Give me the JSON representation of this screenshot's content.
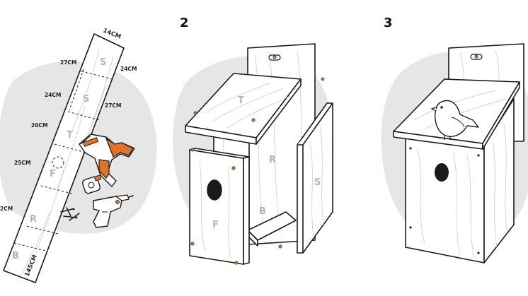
{
  "steps": [
    "2",
    "3"
  ],
  "board": {
    "dimensions": [
      "14CM",
      "27CM",
      "24CM",
      "24CM",
      "27CM",
      "20CM",
      "25CM",
      "2CM",
      "145CM"
    ],
    "pieces": [
      "S",
      "S",
      "T",
      "F",
      "R",
      "B"
    ]
  },
  "assembly": {
    "pieces": [
      "T",
      "R",
      "S",
      "F",
      "B"
    ]
  },
  "colors": {
    "accent": "#e0732a",
    "background_blob": "#e6e6e6",
    "outline": "#1a1a1a"
  },
  "icons": [
    "saw-icon",
    "drill-icon",
    "tape-measure-icon",
    "screws-icon",
    "bird-icon"
  ]
}
